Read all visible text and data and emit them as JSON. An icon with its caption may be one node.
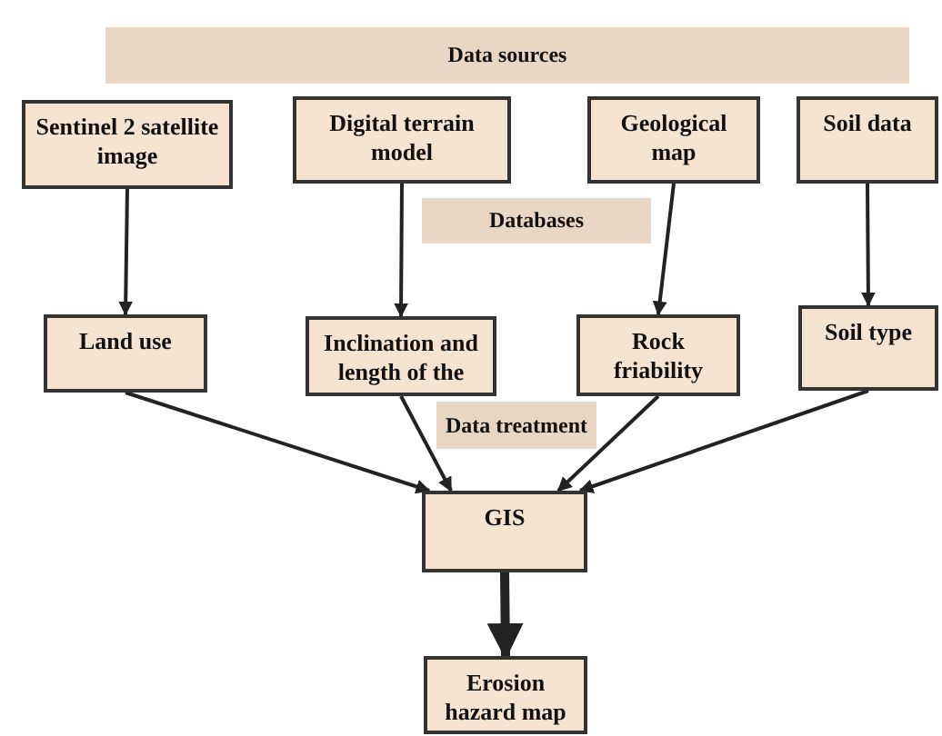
{
  "diagram": {
    "nodes": [
      {
        "text": [
          "Data sources"
        ]
      },
      {
        "text": [
          "Sentinel 2 satellite image"
        ]
      },
      {
        "text": [
          "Digital terrain model"
        ]
      },
      {
        "text": [
          "Geological map"
        ]
      },
      {
        "text": [
          "Soil data"
        ]
      },
      {
        "text": [
          "Databases"
        ]
      },
      {
        "text": [
          "Land use"
        ]
      },
      {
        "text": [
          "Inclination and length of the"
        ]
      },
      {
        "text": [
          "Rock friability"
        ]
      },
      {
        "text": [
          "Soil type"
        ]
      },
      {
        "text": [
          "Data treatment"
        ]
      },
      {
        "text": [
          "GIS"
        ]
      },
      {
        "text": [
          "Erosion hazard map"
        ]
      }
    ],
    "edges": [
      {
        "from": 1,
        "to": 6,
        "arrow": "to"
      },
      {
        "from": 2,
        "to": 7,
        "arrow": "to"
      },
      {
        "from": 3,
        "to": 8,
        "arrow": "to"
      },
      {
        "from": 4,
        "to": 9,
        "arrow": "to"
      },
      {
        "from": 6,
        "to": 11,
        "arrow": "to"
      },
      {
        "from": 7,
        "to": 11,
        "arrow": "to"
      },
      {
        "from": 8,
        "to": 11,
        "arrow": "to"
      },
      {
        "from": 9,
        "to": 11,
        "arrow": "to"
      },
      {
        "from": 11,
        "to": 12,
        "arrow": "to",
        "style": "thick"
      }
    ]
  }
}
